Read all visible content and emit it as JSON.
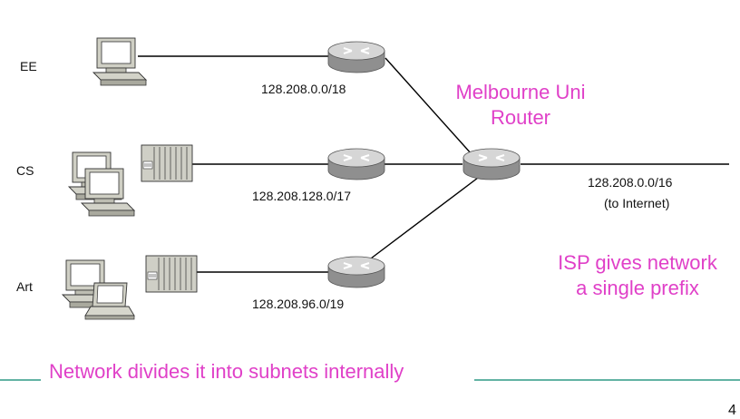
{
  "departments": {
    "ee": "EE",
    "cs": "CS",
    "art": "Art"
  },
  "subnets": {
    "ee": "128.208.0.0/18",
    "cs": "128.208.128.0/17",
    "art": "128.208.96.0/19",
    "internet_prefix": "128.208.0.0/16",
    "internet_note": "(to Internet)"
  },
  "central_router": {
    "line1": "Melbourne Uni",
    "line2": "Router"
  },
  "notes": {
    "isp_line1": "ISP gives network",
    "isp_line2": "a single prefix",
    "footer": "Network divides it into subnets internally"
  },
  "page_number": "4",
  "colors": {
    "accent_pink": "#e040c8",
    "rule_teal": "#2e9a86"
  },
  "icons": [
    "computer-icon",
    "router-icon",
    "switch-icon",
    "laptop-icon"
  ]
}
